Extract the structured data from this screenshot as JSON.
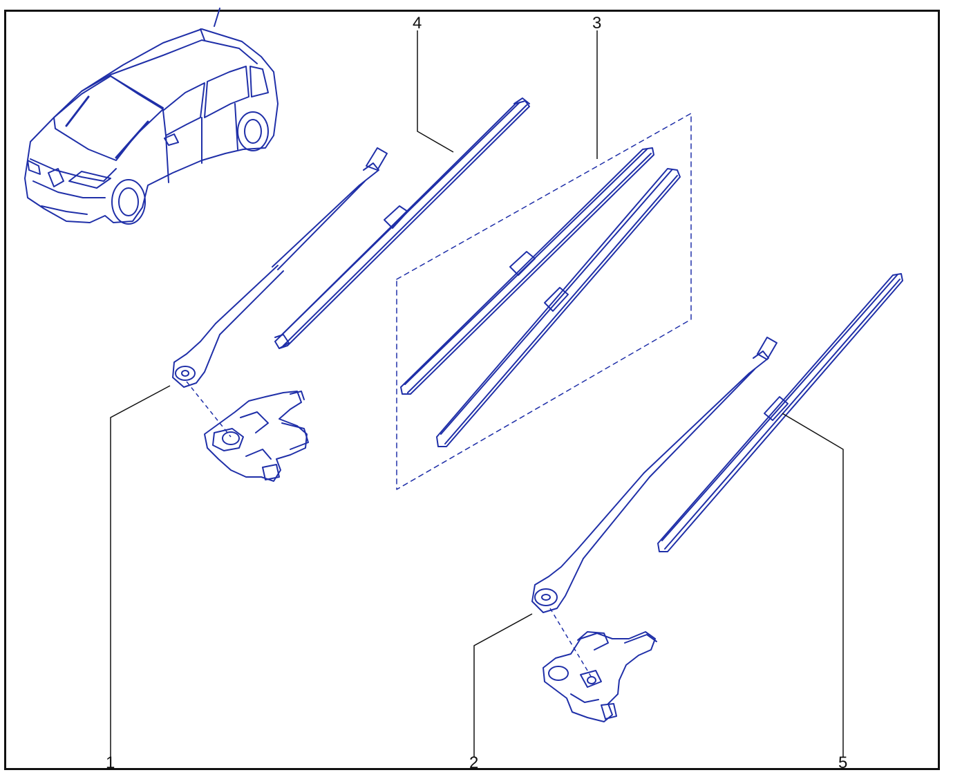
{
  "colors": {
    "line_art": "#1f2fa8",
    "leader": "#111111",
    "frame": "#111111",
    "background": "#ffffff"
  },
  "callouts": {
    "c1": "1",
    "c2": "2",
    "c3": "3",
    "c4": "4",
    "c5": "5"
  },
  "components": [
    {
      "id": "1",
      "part": "left-wiper-arm-with-motor"
    },
    {
      "id": "2",
      "part": "right-wiper-arm-with-motor"
    },
    {
      "id": "3",
      "part": "wiper-blade-pair"
    },
    {
      "id": "4",
      "part": "single-wiper-blade-left"
    },
    {
      "id": "5",
      "part": "single-wiper-blade-right"
    }
  ]
}
